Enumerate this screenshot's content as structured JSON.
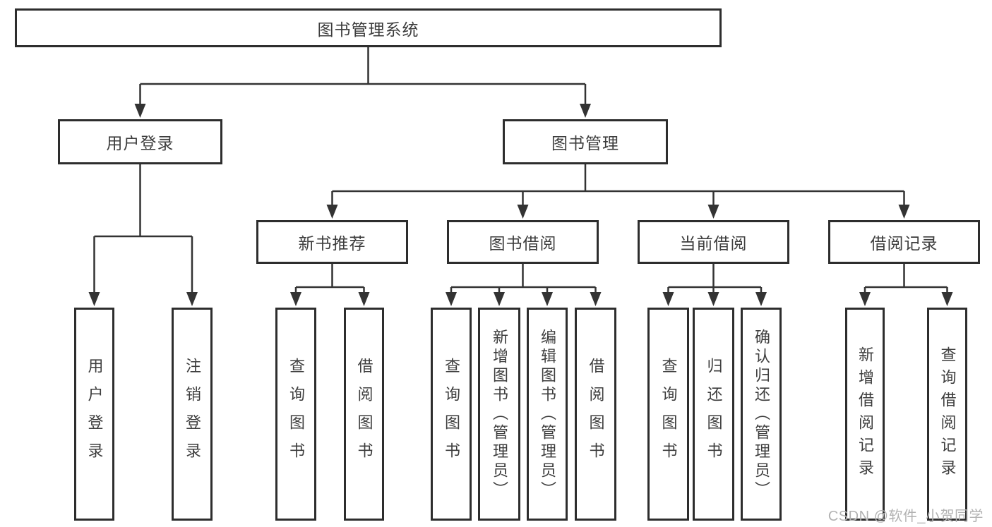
{
  "tree": {
    "root": "图书管理系统",
    "branches": [
      {
        "label": "用户登录",
        "children": [
          "用户登录",
          "注销登录"
        ]
      },
      {
        "label": "图书管理",
        "sections": [
          {
            "label": "新书推荐",
            "children": [
              "查询图书",
              "借阅图书"
            ]
          },
          {
            "label": "图书借阅",
            "children": [
              "查询图书",
              "新增图书（管理员）",
              "编辑图书（管理员）",
              "借阅图书"
            ]
          },
          {
            "label": "当前借阅",
            "children": [
              "查询图书",
              "归还图书",
              "确认归还（管理员）"
            ]
          },
          {
            "label": "借阅记录",
            "children": [
              "新增借阅记录",
              "查询借阅记录"
            ]
          }
        ]
      }
    ]
  },
  "watermark": {
    "text": "CSDN @软件_小贺同学"
  },
  "colors": {
    "line": "#333333",
    "box_border": "#2d2d2d",
    "text": "#3d3d3d",
    "watermark": "#b2b2b2",
    "background": "#ffffff"
  }
}
